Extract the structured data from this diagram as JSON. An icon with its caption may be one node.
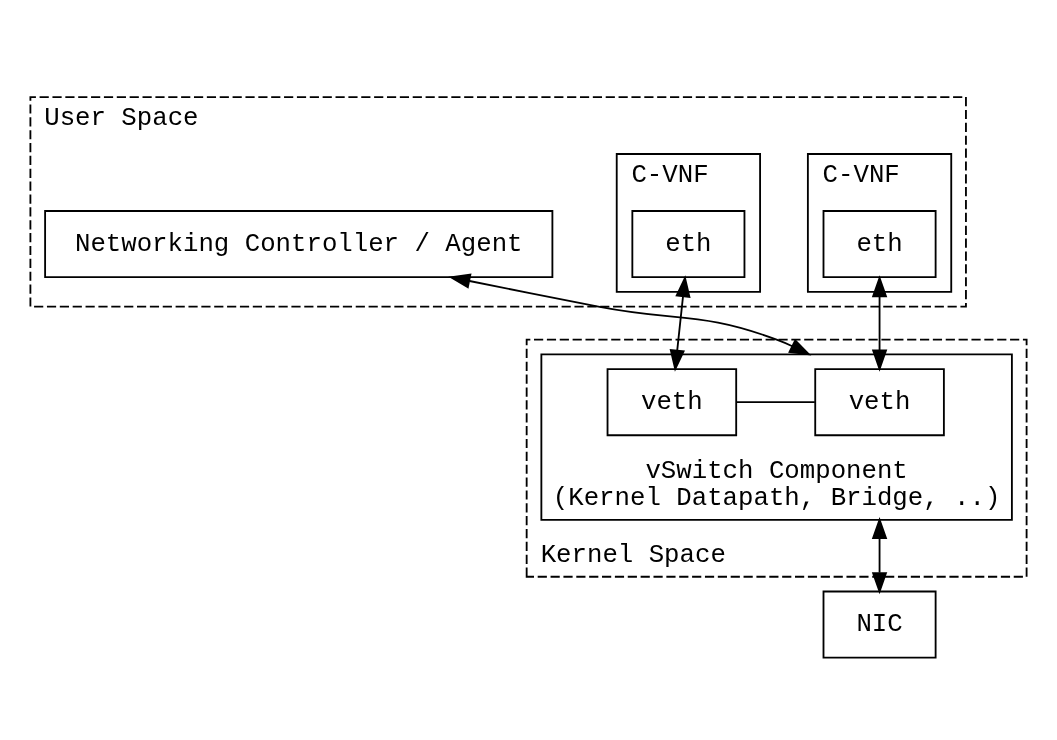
{
  "diagram": {
    "nodes": [
      {
        "text": [
          "User Space"
        ]
      },
      {
        "text": [
          "C-VNF"
        ],
        "in": 0
      },
      {
        "text": [
          "eth"
        ],
        "in": 1
      },
      {
        "text": [
          "C-VNF"
        ],
        "in": 0
      },
      {
        "text": [
          "eth"
        ],
        "in": 3
      },
      {
        "text": [
          "Networking Controller / Agent"
        ],
        "in": 0
      },
      {
        "text": [
          "Kernel Space"
        ]
      },
      {
        "text": [
          "vSwitch Component",
          "(Kernel Datapath, Bridge, ..)"
        ],
        "in": 6
      },
      {
        "text": [
          "veth"
        ],
        "in": 7
      },
      {
        "text": [
          "veth"
        ],
        "in": 7
      },
      {
        "text": [
          "NIC"
        ]
      }
    ],
    "edges": [
      {
        "from": 2,
        "to": 8,
        "arrow": "both"
      },
      {
        "from": 4,
        "to": 9,
        "arrow": "both"
      },
      {
        "from": 5,
        "to": 7,
        "arrow": "both"
      },
      {
        "from": 8,
        "to": 9,
        "arrow": "none"
      },
      {
        "from": 7,
        "to": 10,
        "arrow": "both"
      }
    ]
  }
}
